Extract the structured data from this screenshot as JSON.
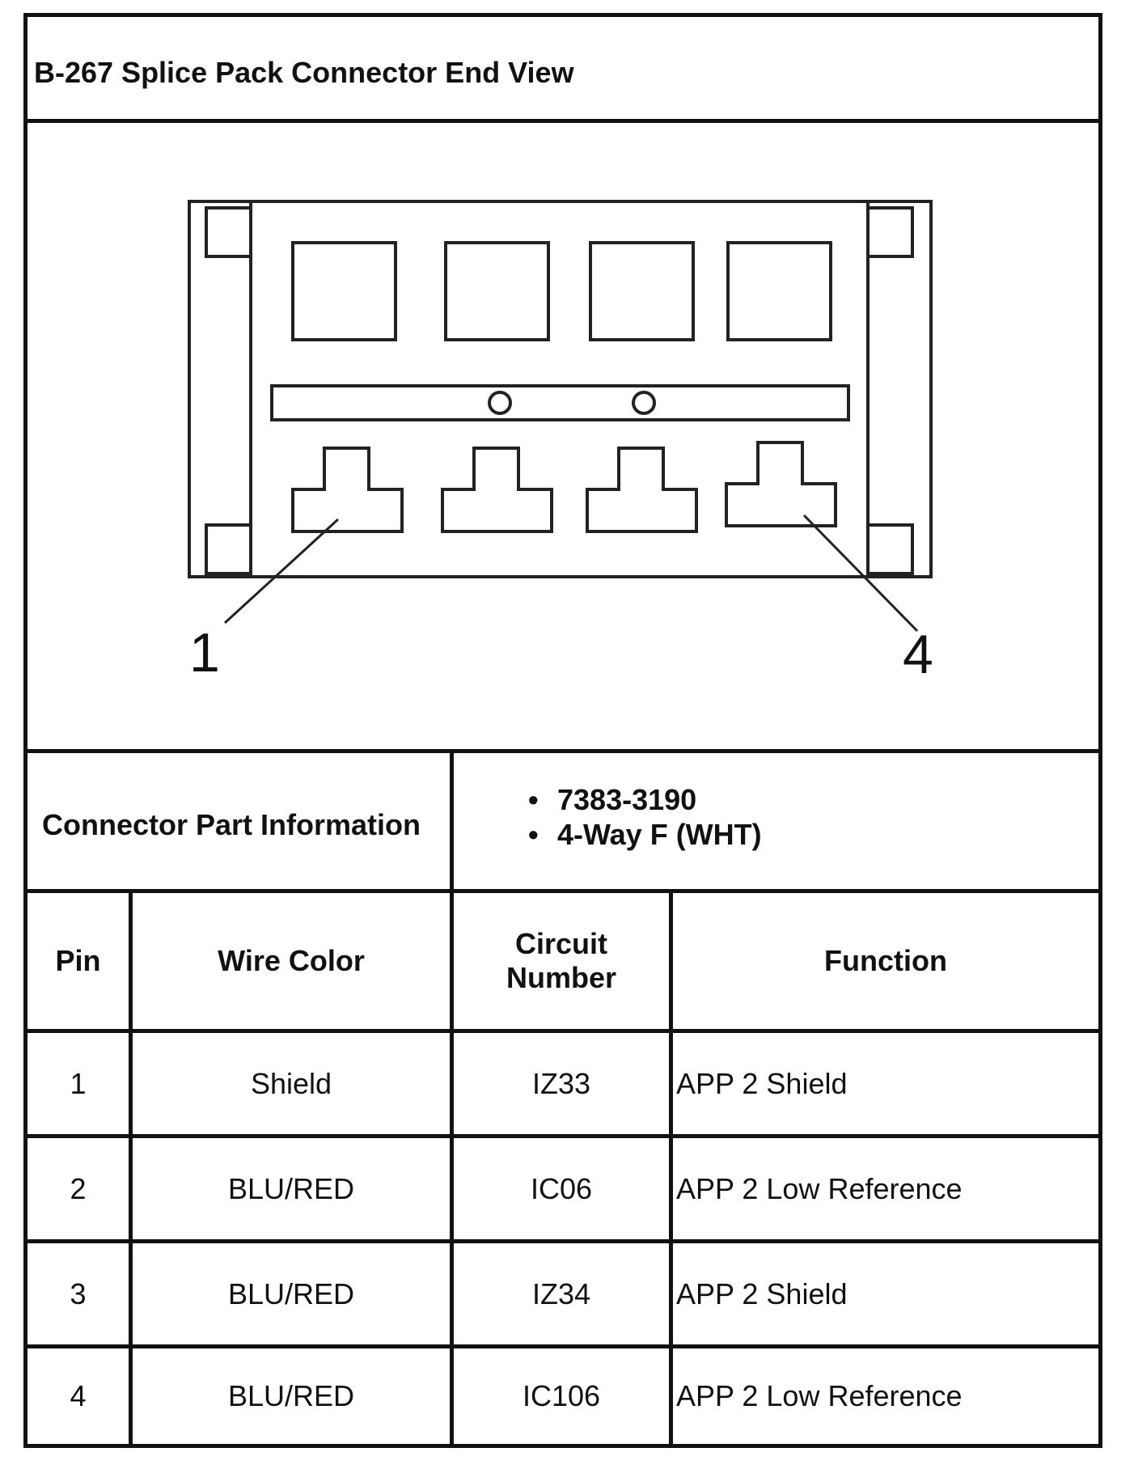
{
  "title": "B-267 Splice Pack Connector End View",
  "figure": {
    "callouts": [
      "1",
      "4"
    ]
  },
  "connector_info": {
    "label": "Connector Part Information",
    "items": [
      "7383-3190",
      "4-Way F (WHT)"
    ],
    "bullet": "•"
  },
  "table": {
    "headers": {
      "pin": "Pin",
      "wire_color": "Wire Color",
      "circuit_line1": "Circuit",
      "circuit_line2": "Number",
      "function": "Function"
    },
    "rows": [
      {
        "pin": "1",
        "wire_color": "Shield",
        "circuit": "IZ33",
        "function": "APP 2 Shield"
      },
      {
        "pin": "2",
        "wire_color": "BLU/RED",
        "circuit": "IC06",
        "function": "APP 2 Low Reference"
      },
      {
        "pin": "3",
        "wire_color": "BLU/RED",
        "circuit": "IZ34",
        "function": "APP 2 Shield"
      },
      {
        "pin": "4",
        "wire_color": "BLU/RED",
        "circuit": "IC106",
        "function": "APP 2 Low Reference"
      }
    ]
  }
}
